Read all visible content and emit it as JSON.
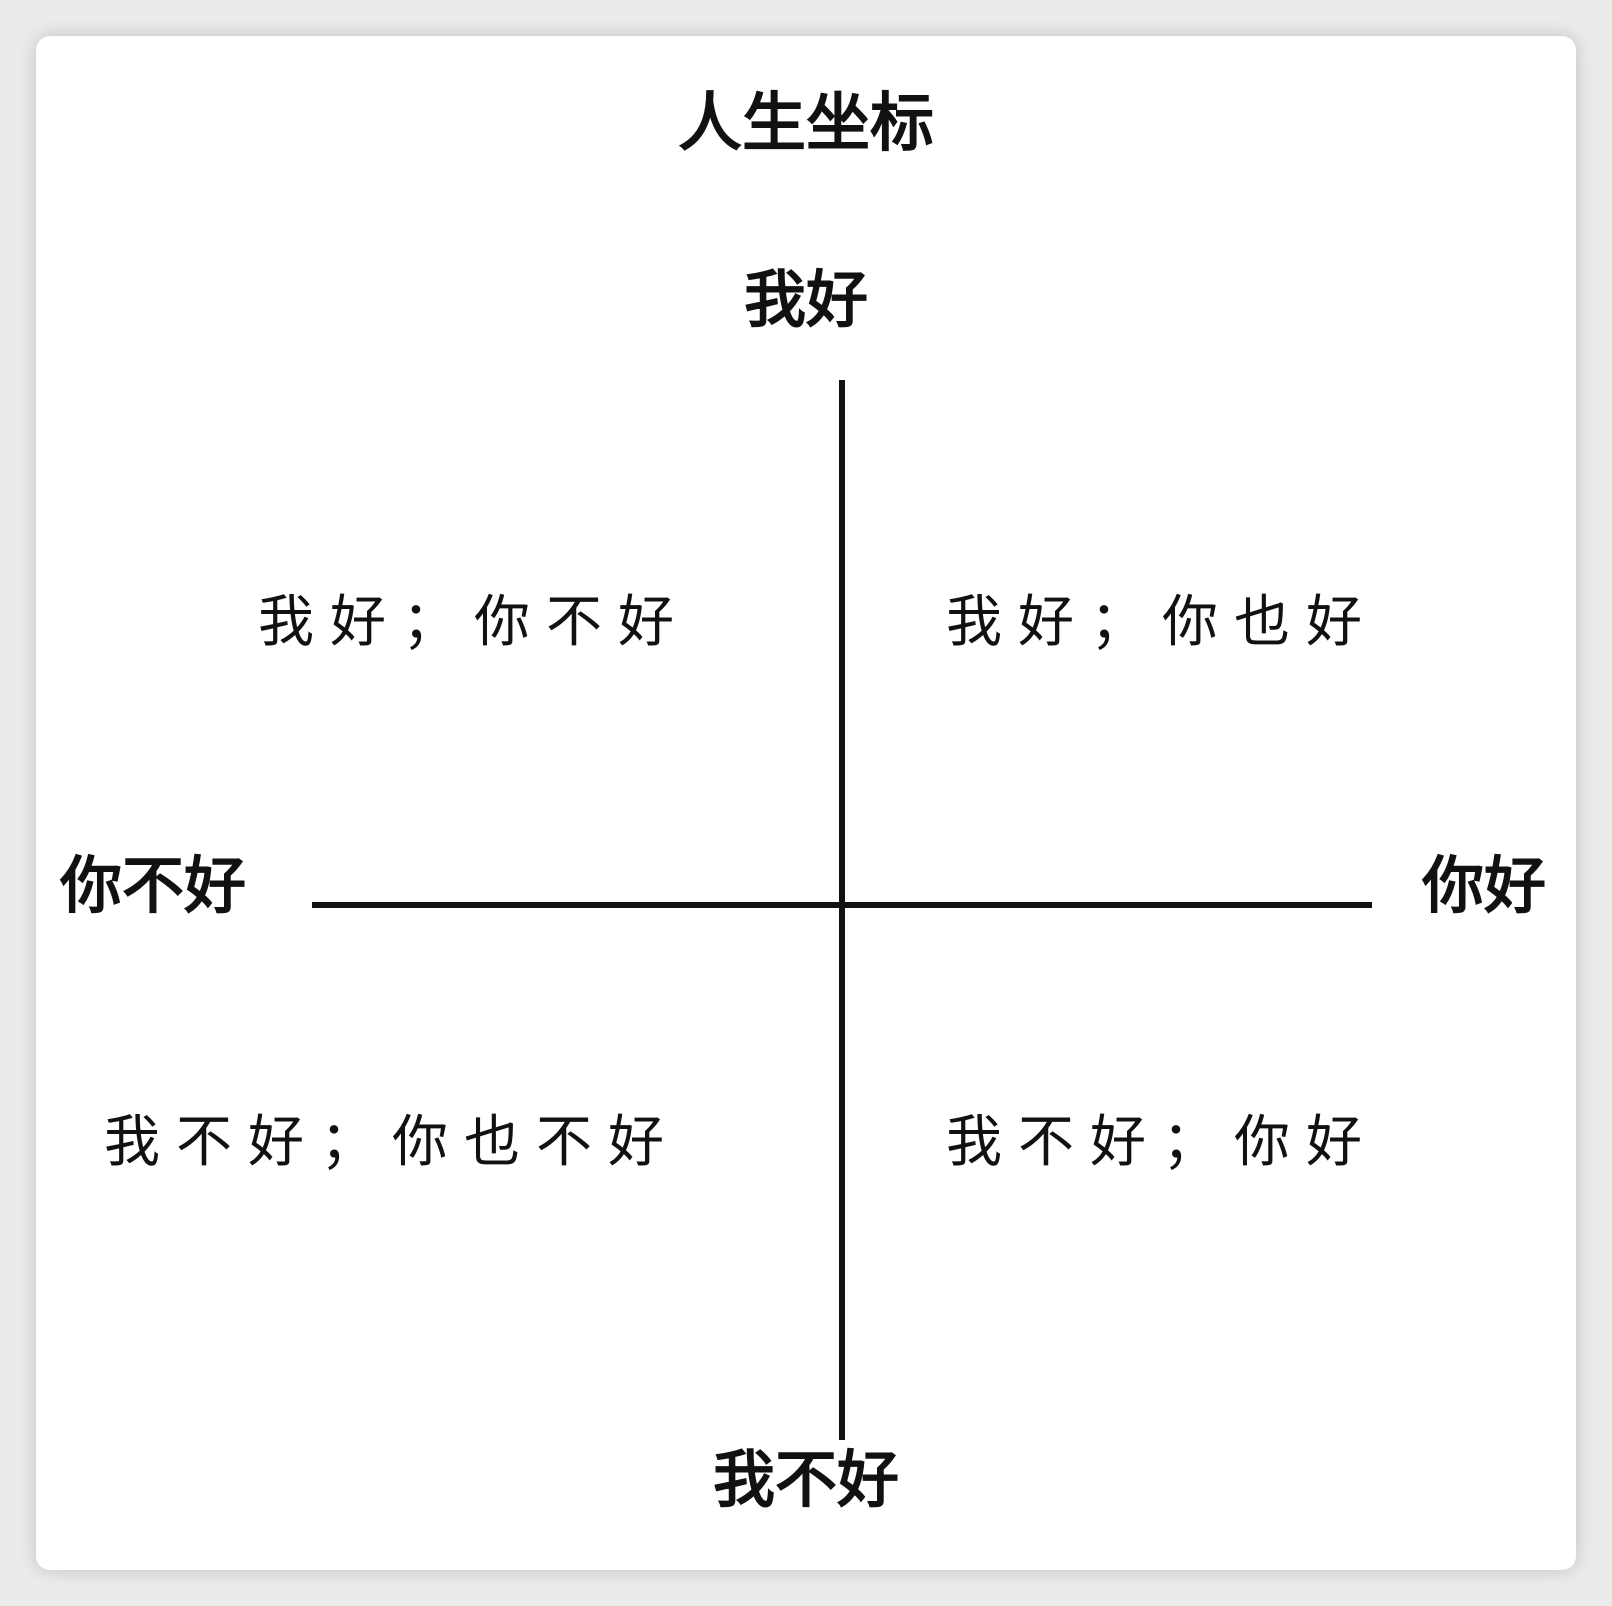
{
  "title": "人生坐标",
  "axes": {
    "top": "我好",
    "bottom": "我不好",
    "left": "你不好",
    "right": "你好"
  },
  "quadrants": {
    "top_left": "我好；你不好",
    "top_right": "我好；你也好",
    "bottom_left": "我不好；你也不好",
    "bottom_right": "我不好；你好"
  }
}
